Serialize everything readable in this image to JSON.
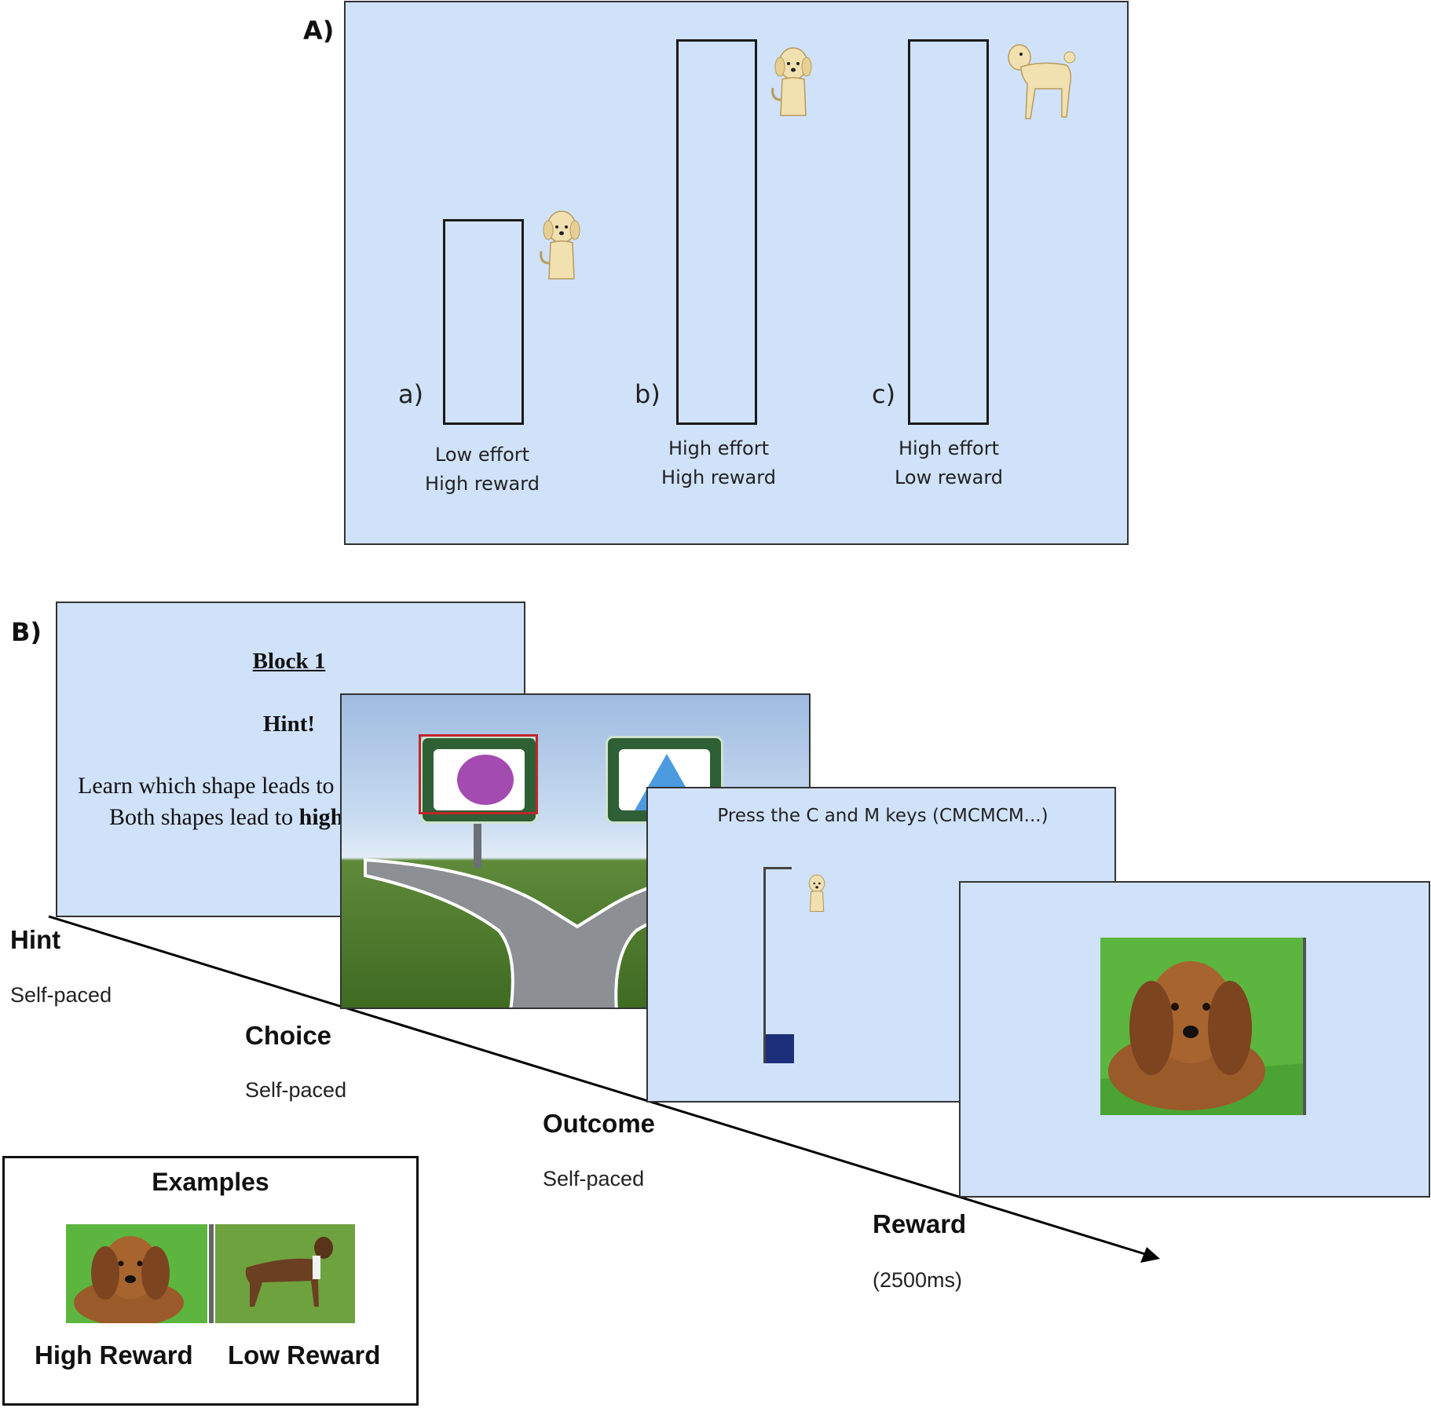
{
  "panel_a": {
    "label": "A)",
    "conditions": [
      {
        "letter": "a)",
        "caption_line1": "Low effort",
        "caption_line2": "High reward",
        "effort_level": "low",
        "reward_icon": "small-dog-icon"
      },
      {
        "letter": "b)",
        "caption_line1": "High effort",
        "caption_line2": "High reward",
        "effort_level": "high",
        "reward_icon": "small-dog-icon"
      },
      {
        "letter": "c)",
        "caption_line1": "High effort",
        "caption_line2": "Low reward",
        "effort_level": "high",
        "reward_icon": "large-dog-icon"
      }
    ]
  },
  "panel_b": {
    "label": "B)",
    "hint_screen": {
      "title": "Block 1",
      "subtitle": "Hint!",
      "line1": "Learn which shape leads to",
      "line2_prefix": "Both shapes lead to ",
      "line2_bold": "high"
    },
    "choice_screen": {
      "options": [
        "circle",
        "triangle"
      ],
      "selected": "circle"
    },
    "outcome_screen": {
      "instruction": "Press the C and M keys (CMCMCM...)",
      "progress_fraction": 0.15
    },
    "reward_screen": {
      "image": "puppy-photo"
    },
    "stages": [
      {
        "title": "Hint",
        "duration": "Self-paced"
      },
      {
        "title": "Choice",
        "duration": "Self-paced"
      },
      {
        "title": "Outcome",
        "duration": "Self-paced"
      },
      {
        "title": "Reward",
        "duration": "(2500ms)"
      }
    ],
    "examples": {
      "title": "Examples",
      "items": [
        {
          "label": "High Reward",
          "image": "puppy-photo"
        },
        {
          "label": "Low Reward",
          "image": "boxer-photo"
        }
      ]
    }
  },
  "colors": {
    "screen_bg": "#d0e2f9",
    "circle": "#a34bb0",
    "triangle": "#4c9ae0",
    "sign_green": "#2f5f35",
    "selection_red": "#c0262a",
    "progress_fill": "#1d2f7a"
  }
}
